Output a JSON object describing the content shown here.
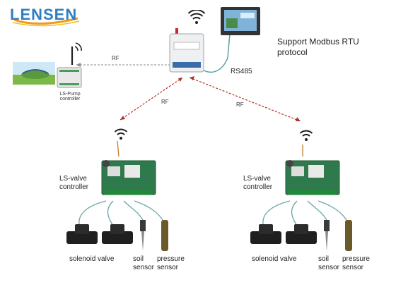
{
  "brand": {
    "name": "LENSEN",
    "color": "#2e7fc2"
  },
  "labels": {
    "support": "Support Modbus RTU protocol",
    "rs485": "RS485",
    "rf": "RF",
    "pump_controller": "LS-Pump controller",
    "valve_controller": "LS-valve controller",
    "solenoid_valve": "solenoid valve",
    "soil_sensor": "soil sensor",
    "pressure_sensor": "pressure sensor"
  },
  "colors": {
    "rf_link_gray": "#888888",
    "rf_link_red": "#b0302a",
    "rs485_cable": "#5aa0a8",
    "sensor_wire": "#6aa7a5",
    "board_green": "#2f7a4d"
  },
  "icons": [
    "wifi-icon",
    "antenna-icon",
    "touchscreen-icon",
    "gateway-icon",
    "solenoid-valve-icon",
    "soil-sensor-icon",
    "pressure-sensor-icon",
    "circuit-board-icon"
  ]
}
